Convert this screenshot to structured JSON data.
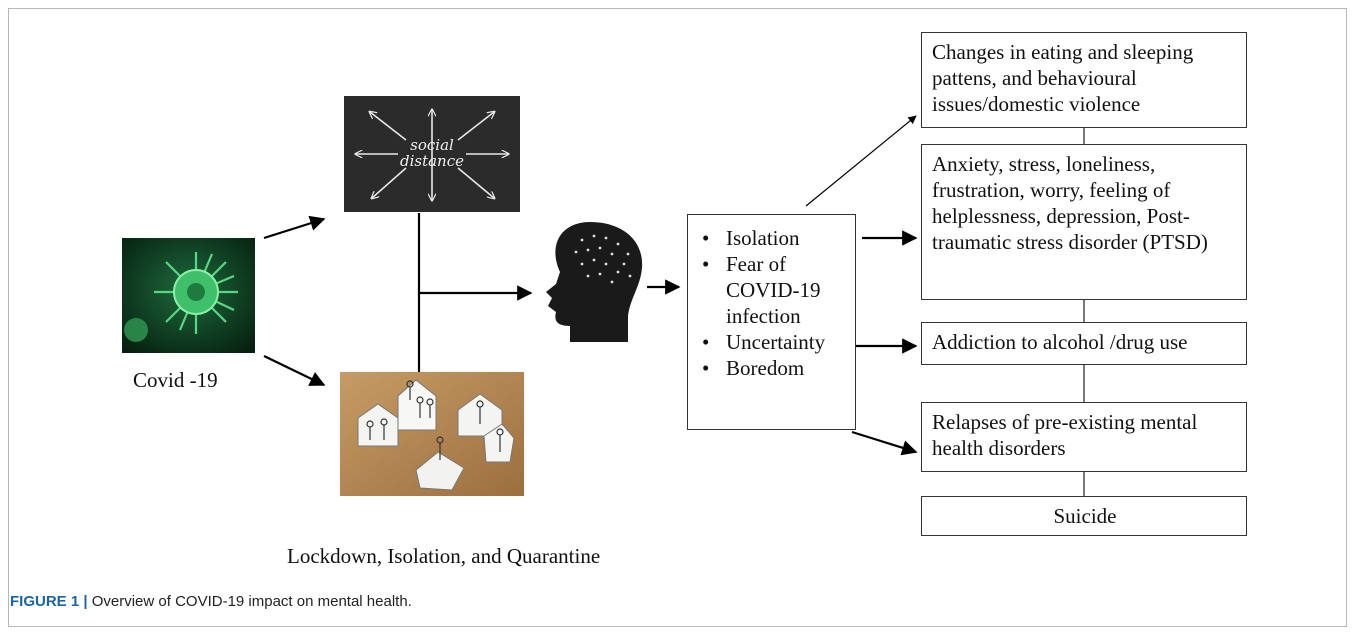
{
  "figure": {
    "caption_label": "FIGURE 1 |",
    "caption_text": " Overview of COVID-19 impact on mental health."
  },
  "diagram": {
    "covid_label": "Covid -19",
    "social_distance_text": [
      "social",
      "distance"
    ],
    "lockdown_label": "Lockdown, Isolation, and Quarantine",
    "factors": [
      "Isolation",
      "Fear of COVID-19 infection",
      "Uncertainty",
      "Boredom"
    ],
    "outcomes": [
      "Changes in eating and sleeping pattens, and behavioural issues/domestic violence",
      "Anxiety, stress, loneliness, frustration, worry, feeling of helplessness, depression, Post-traumatic stress disorder (PTSD)",
      "Addiction to alcohol /drug use",
      "Relapses of pre-existing mental health disorders",
      "Suicide"
    ]
  },
  "colors": {
    "caption_accent": "#1c64a6",
    "virus_green": "#3fbf6a",
    "chalkboard": "#2b2b2b"
  }
}
